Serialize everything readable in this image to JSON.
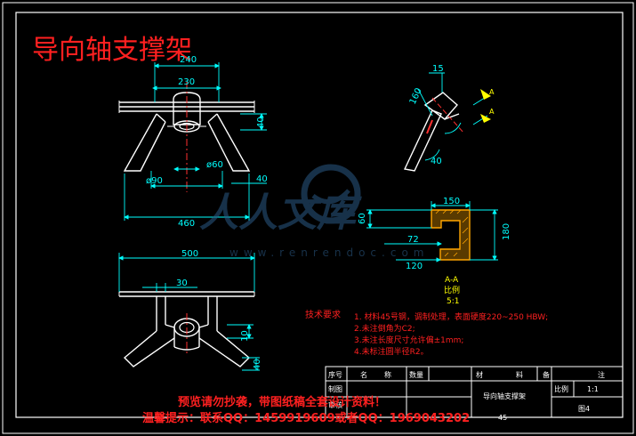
{
  "drawing": {
    "title": "导向轴支撑架",
    "dims": {
      "d240": "240",
      "d230": "230",
      "d40a": "40",
      "d90": "ø90",
      "d60": "ø60",
      "d40b": "40",
      "d460": "460",
      "d500": "500",
      "d30": "30",
      "d10": "10",
      "d40c": "40",
      "d15": "15",
      "d160": "160",
      "d40d": "40",
      "d150": "150",
      "d60b": "60",
      "d72": "72",
      "d180": "180",
      "d120": "120"
    },
    "section": {
      "label": "A-A",
      "scale_label": "比例",
      "scale": "5:1"
    },
    "tech": {
      "heading": "技术要求",
      "items": [
        "1. 材料45号钢，调制处理，表面硬度220~250 HBW;",
        "2.未注倒角为C2;",
        "3.未注长度尺寸允许偏±1mm;",
        "4.未标注圆半径R2。"
      ]
    },
    "titleblock": {
      "h1": "序号",
      "h2": "名",
      "h3": "称",
      "h4": "数量",
      "h5": "材",
      "h6": "料",
      "h7": "备",
      "h8": "注",
      "drawn": "制图",
      "check": "审核",
      "part_name": "导向轴支撑架",
      "scale_label": "比例",
      "scale": "1:1",
      "material": "45",
      "sheet": "图4"
    },
    "watermark": {
      "brand": "人人文库",
      "url": "www.renrendoc.com"
    },
    "notice": {
      "line1": "预览请勿抄袭，带图纸稿全套设计资料！",
      "line2": "温馨提示：联系QQ：1459919609或者QQ：1969043202"
    }
  }
}
